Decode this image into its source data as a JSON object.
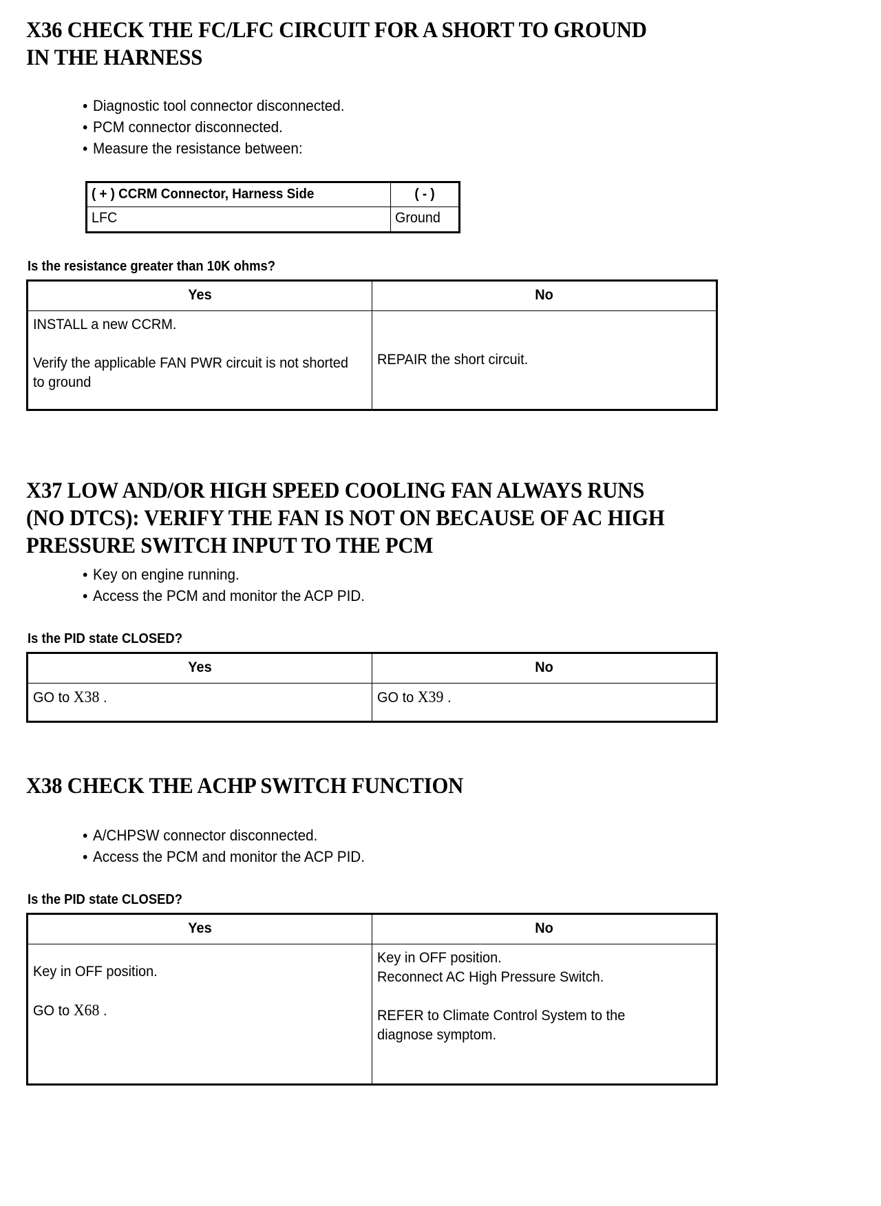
{
  "document": {
    "type": "diagnostic-procedure-page"
  },
  "sections": [
    {
      "id": "X36",
      "heading_lines": [
        "X36 CHECK THE FC/LFC CIRCUIT FOR A SHORT TO GROUND",
        "IN THE HARNESS"
      ],
      "bullets": [
        "Diagnostic tool connector disconnected.",
        "PCM connector disconnected.",
        "Measure the resistance between:"
      ],
      "measure_table": {
        "headers": [
          "( + ) CCRM Connector, Harness Side",
          "( - )"
        ],
        "rows": [
          [
            "LFC",
            "Ground"
          ]
        ]
      },
      "question": "Is the resistance greater than 10K ohms?",
      "decision_table": {
        "headers": [
          "Yes",
          "No"
        ],
        "yes_lines": [
          "INSTALL a new CCRM.",
          "",
          "Verify the applicable FAN PWR circuit is not shorted to ground"
        ],
        "no_lines": [
          "REPAIR the short circuit."
        ]
      }
    },
    {
      "id": "X37",
      "heading_lines": [
        "X37 LOW AND/OR HIGH SPEED COOLING FAN ALWAYS RUNS",
        "(NO DTCS): VERIFY THE FAN IS NOT ON BECAUSE OF AC HIGH",
        "PRESSURE SWITCH INPUT TO THE PCM"
      ],
      "bullets": [
        "Key on engine running.",
        "Access the PCM and monitor the ACP PID."
      ],
      "question": "Is the PID state CLOSED?",
      "decision_table": {
        "headers": [
          "Yes",
          "No"
        ],
        "yes_prefix": "GO to ",
        "yes_code": "X38",
        "yes_suffix": " .",
        "no_prefix": "GO to ",
        "no_code": "X39",
        "no_suffix": " ."
      }
    },
    {
      "id": "X38",
      "heading_lines": [
        "X38 CHECK THE ACHP SWITCH FUNCTION"
      ],
      "bullets": [
        "A/CHPSW connector disconnected.",
        "Access the PCM and monitor the ACP PID."
      ],
      "question": "Is the PID state CLOSED?",
      "decision_table": {
        "headers": [
          "Yes",
          "No"
        ],
        "yes_line1": "Key in OFF position.",
        "yes_prefix": "GO to ",
        "yes_code": "X68",
        "yes_suffix": " .",
        "no_line1": "Key in OFF position.",
        "no_line2": "Reconnect AC High Pressure Switch.",
        "no_line3": "REFER to Climate Control System to the",
        "no_line4": "diagnose symptom."
      }
    }
  ],
  "colors": {
    "text": "#000000",
    "background": "#ffffff",
    "border": "#000000"
  }
}
